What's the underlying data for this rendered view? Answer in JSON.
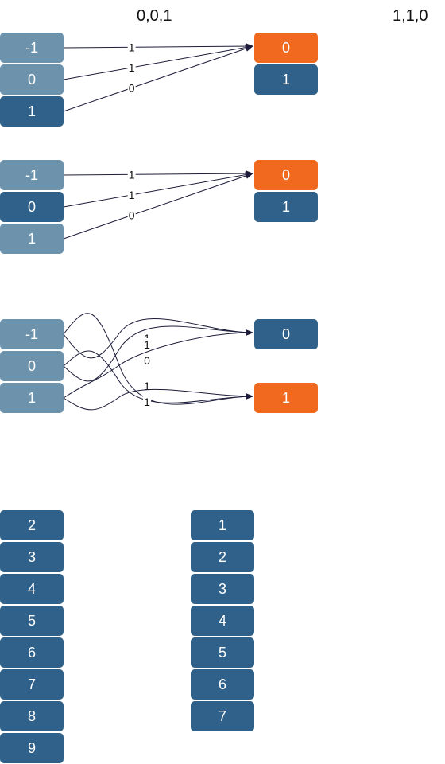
{
  "headings": {
    "left": "0,0,1",
    "right": "1,1,0"
  },
  "colors": {
    "light": "#6d93ac",
    "dark": "#30618a",
    "orange": "#f1691e",
    "edge": "#1c1c3a"
  },
  "groups": [
    {
      "inputs": [
        {
          "label": "-1",
          "shade": "light"
        },
        {
          "label": "0",
          "shade": "light"
        },
        {
          "label": "1",
          "shade": "dark"
        }
      ],
      "outputs": [
        {
          "label": "0",
          "shade": "orange"
        },
        {
          "label": "1",
          "shade": "dark"
        }
      ],
      "edges": [
        {
          "from": 0,
          "to": 0,
          "label": "1"
        },
        {
          "from": 1,
          "to": 0,
          "label": "1"
        },
        {
          "from": 2,
          "to": 0,
          "label": "0"
        }
      ]
    },
    {
      "inputs": [
        {
          "label": "-1",
          "shade": "light"
        },
        {
          "label": "0",
          "shade": "dark"
        },
        {
          "label": "1",
          "shade": "light"
        }
      ],
      "outputs": [
        {
          "label": "0",
          "shade": "orange"
        },
        {
          "label": "1",
          "shade": "dark"
        }
      ],
      "edges": [
        {
          "from": 0,
          "to": 0,
          "label": "1"
        },
        {
          "from": 1,
          "to": 0,
          "label": "1"
        },
        {
          "from": 2,
          "to": 0,
          "label": "0"
        }
      ]
    },
    {
      "inputs": [
        {
          "label": "-1",
          "shade": "light"
        },
        {
          "label": "0",
          "shade": "light"
        },
        {
          "label": "1",
          "shade": "light"
        }
      ],
      "outputs": [
        {
          "label": "0",
          "shade": "dark"
        },
        {
          "label": "1",
          "shade": "orange"
        }
      ],
      "edges": [
        {
          "from": 0,
          "to": 1,
          "label": "1"
        },
        {
          "from": 1,
          "to": 1,
          "label": "1"
        },
        {
          "from": 2,
          "to": 0,
          "label": "0"
        },
        {
          "from": 0,
          "to": 0,
          "label": "1"
        },
        {
          "from": 1,
          "to": 0,
          "label": "1"
        },
        {
          "from": 2,
          "to": 1,
          "label": "1"
        }
      ]
    }
  ],
  "columns": {
    "left": [
      "2",
      "3",
      "4",
      "5",
      "6",
      "7",
      "8",
      "9"
    ],
    "right": [
      "1",
      "2",
      "3",
      "4",
      "5",
      "6",
      "7"
    ]
  }
}
